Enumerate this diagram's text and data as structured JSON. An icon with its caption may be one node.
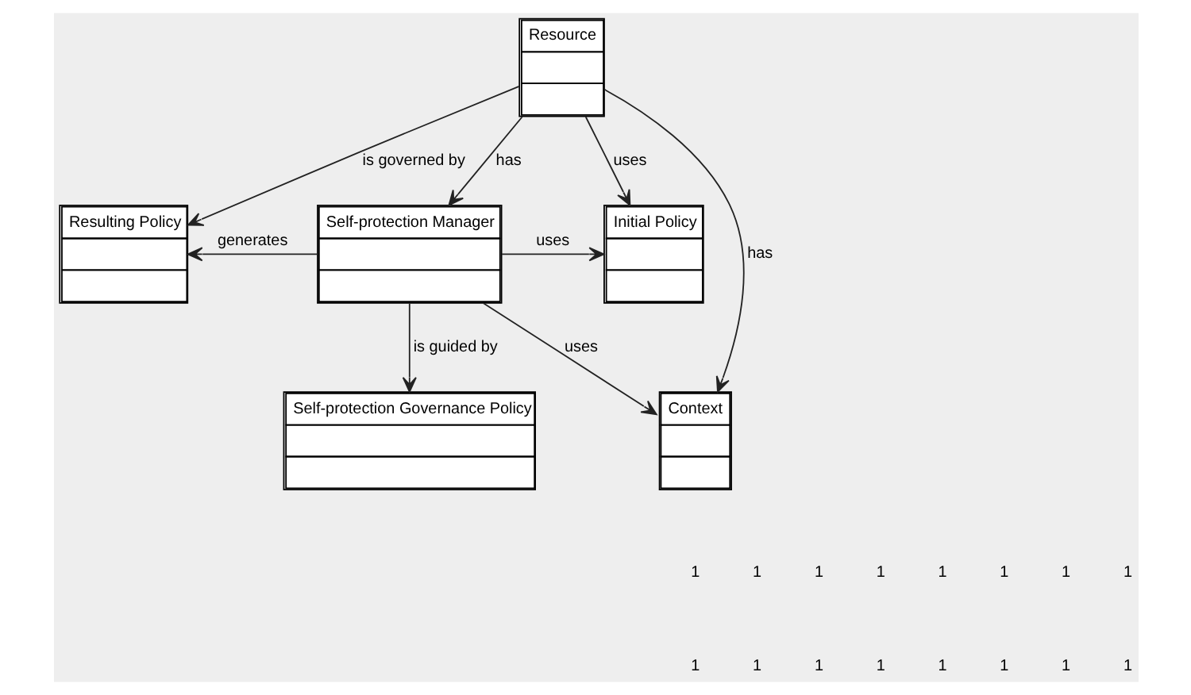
{
  "diagram": {
    "nodes": [
      {
        "text": [
          "Resource"
        ]
      },
      {
        "text": [
          "Resulting Policy"
        ]
      },
      {
        "text": [
          "Self-protection Manager"
        ]
      },
      {
        "text": [
          "Initial Policy"
        ]
      },
      {
        "text": [
          "Context"
        ]
      },
      {
        "text": [
          "Self-protection Governance Policy"
        ]
      }
    ],
    "edges": [
      {
        "from": 0,
        "to": 1,
        "arrow": "to",
        "label": "is governed by"
      },
      {
        "from": 0,
        "to": 2,
        "arrow": "to",
        "label": "has"
      },
      {
        "from": 0,
        "to": 3,
        "arrow": "to",
        "label": "uses"
      },
      {
        "from": 0,
        "to": 4,
        "arrow": "to",
        "label": "has"
      },
      {
        "from": 2,
        "to": 1,
        "arrow": "to",
        "label": "generates"
      },
      {
        "from": 2,
        "to": 3,
        "arrow": "to",
        "label": "uses"
      },
      {
        "from": 2,
        "to": 4,
        "arrow": "to",
        "label": "uses"
      },
      {
        "from": 2,
        "to": 5,
        "arrow": "to",
        "label": "is guided by"
      }
    ],
    "labels": [
      "1",
      "1",
      "1",
      "1",
      "1",
      "1",
      "1",
      "1",
      "1",
      "1",
      "1",
      "1",
      "1",
      "1",
      "1",
      "1"
    ]
  }
}
